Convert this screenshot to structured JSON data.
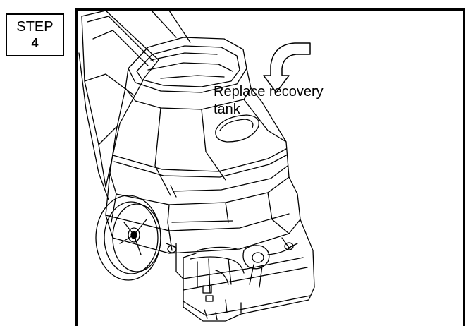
{
  "step": {
    "label": "STEP",
    "number": "4"
  },
  "instruction": {
    "line1": "Replace recovery",
    "line2": "tank"
  },
  "colors": {
    "line": "#000000",
    "background": "#ffffff"
  }
}
